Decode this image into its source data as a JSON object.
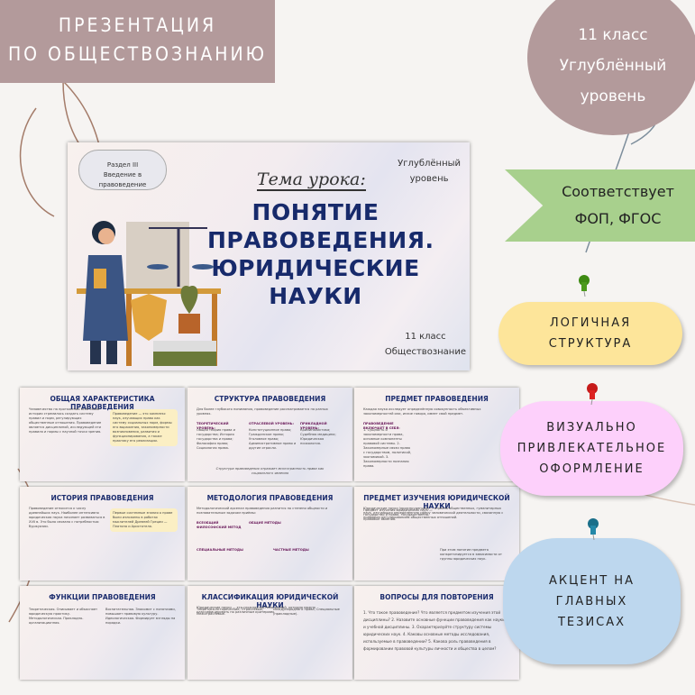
{
  "header": {
    "line1": "ПРЕЗЕНТАЦИЯ",
    "line2": "ПО ОБЩЕСТВОЗНАНИЮ"
  },
  "badge": {
    "line1": "11 класс",
    "line2": "Углублённый",
    "line3": "уровень"
  },
  "cover": {
    "section1": "Раздел III",
    "section2": "Введение в правоведение",
    "topic": "Тема урока:",
    "title": "ПОНЯТИЕ ПРАВОВЕДЕНИЯ. ЮРИДИЧЕСКИЕ НАУКИ",
    "level1": "Углублённый",
    "level2": "уровень",
    "grade": "11 класс",
    "subject": "Обществознание"
  },
  "slides": [
    {
      "title": "ОБЩАЯ ХАРАКТЕРИСТИКА ПРАВОВЕДЕНИЯ",
      "text": "Человечество на протяжении всей своей истории стремилось создать систему правил и норм, регулирующих общественные отношения. Правоведение является дисциплиной, исследующей эти правила и нормы с научной точки зрения.",
      "note": "Правоведение — это комплекс наук, изучающих право как систему социальных норм, формы его выражения, закономерности возникновения, развития и функционирования, а также практику его реализации."
    },
    {
      "title": "СТРУКТУРА ПРАВОВЕДЕНИЯ",
      "text": "Для более глубокого понимания, правоведение рассматривается на разных уровнях.",
      "h1": "ТЕОРЕТИЧЕСКИЙ УРОВЕНЬ:",
      "b1": "Общая теория права и государства; История государства и права; Философия права; Социология права.",
      "h2": "ОТРАСЛЕВОЙ УРОВЕНЬ:",
      "b2": "Конституционное право; Гражданское право; Уголовное право; Административное право и другие отрасли.",
      "h3": "ПРИКЛАДНОЙ УРОВЕНЬ:",
      "b3": "Криминалистика; Судебная медицина; Юридическая психология.",
      "note": "Структура правоведения отражает многогранность права как социального явления"
    },
    {
      "title": "ПРЕДМЕТ ПРАВОВЕДЕНИЯ",
      "text": "Каждая наука исследует определённую совокупность объективных закономерностей или, иначе говоря, имеет свой предмет.",
      "h1": "ПРАВОВЕДЕНИЕ ВКЛЮЧАЕТ В СЕБЯ:",
      "b1": "1. Сущность и закономерности права, основные компоненты правовой системы. 2. Закономерные связи права с государством, политикой, экономикой. 3. Закономерности познания права."
    },
    {
      "title": "ИСТОРИЯ ПРАВОВЕДЕНИЯ",
      "text": "Правоведение относится к числу древнейших наук. Наиболее интенсивно юридическая наука начинает развиваться в XVII в. Это было связано с потребностью буржуазии.",
      "note": "Первые системные знания о праве были изложены в работах мыслителей Древней Греции — Платона и Аристотеля."
    },
    {
      "title": "МЕТОДОЛОГИЯ ПРАВОВЕДЕНИЯ",
      "text": "Методологический арсенал правоведения разнится по степени общности и познавательным задачам приёмы:",
      "h1": "ВСЕОБЩИЙ ФИЛОСОФСКИЙ МЕТОД",
      "h2": "ОБЩИЕ МЕТОДЫ",
      "h3": "СПЕЦИАЛЬНЫЕ МЕТОДЫ",
      "h4": "ЧАСТНЫЕ МЕТОДЫ"
    },
    {
      "title": "ПРЕДМЕТ ИЗУЧЕНИЯ ЮРИДИЧЕСКОЙ НАУКИ",
      "text": "Юридические науки (юриспруденция) — отрасль общественных, гуманитарных наук, изучающая определённую сферу человеческой деятельности, связанную с правовым регулированием общественных отношений.",
      "b1": "Предмет изучения юридических наук — государство и право, государственно-правовые явления.",
      "b2": "При этом понятие предмета конкретизируется в зависимости от группы юридических наук."
    },
    {
      "title": "ФУНКЦИИ ПРАВОВЕДЕНИЯ",
      "b1": "Теоретическая. Описывает и объясняет юридическую практику. Методологическая. Прикладно-организационная.",
      "b2": "Воспитательная. Знакомит с понятиями, повышает правовую культуру. Идеологическая. Формирует взгляды на порядки."
    },
    {
      "title": "КЛАССИФИКАЦИЯ ЮРИДИЧЕСКОЙ НАУКИ",
      "text": "Юридические науки — это сложная система знаний, которую можно классифицировать по различным критериям.",
      "b1": "Теоретико-исторические; Отраслевые; Межотраслевые.",
      "b2": "Международного права; Специальные (прикладные)."
    },
    {
      "title": "ВОПРОСЫ ДЛЯ ПОВТОРЕНИЯ",
      "b1": "1. Что такое правоведение? Что является предметом изучения этой дисциплины? 2. Назовите основные функции правоведения как науки и учебной дисциплины. 3. Охарактеризуйте структуру системы юридических наук. 4. Каковы основные методы исследования, используемые в правоведении? 5. Какова роль правоведения в формировании правовой культуры личности и общества в целом?"
    }
  ],
  "features": {
    "banner1": "Соответствует",
    "banner2": "ФОП, ФГОС",
    "f1": [
      "ЛОГИЧНАЯ",
      "СТРУКТУРА"
    ],
    "f2": [
      "ВИЗУАЛЬНО",
      "ПРИВЛЕКАТЕЛЬНОЕ",
      "ОФОРМЛЕНИЕ"
    ],
    "f3": [
      "АКЦЕНТ НА",
      "ГЛАВНЫХ",
      "ТЕЗИСАХ"
    ]
  },
  "colors": {
    "mauve": "#b39a9b",
    "green": "#a8d08d",
    "yellow": "#fde59a",
    "pink": "#fdd0fb",
    "blue": "#bdd7ee",
    "navy": "#1c2d6e"
  }
}
